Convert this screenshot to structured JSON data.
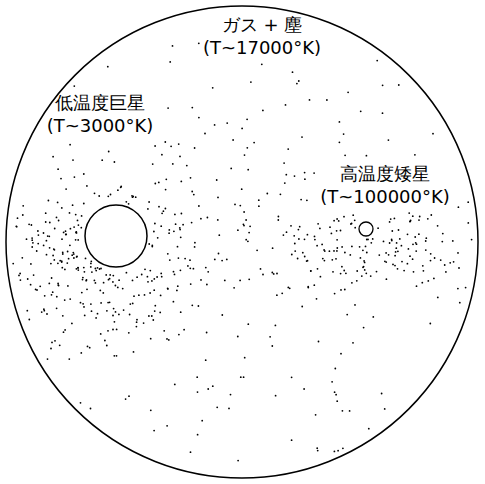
{
  "diagram": {
    "nodes": [
      {
        "text": [
          "ガス + 塵 (T~17000°K)"
        ]
      },
      {
        "text": [
          "低温度巨星 (T~3000°K)"
        ],
        "in": 0
      },
      {
        "text": [
          "高温度矮星 (T~100000°K)"
        ],
        "in": 0
      }
    ]
  }
}
